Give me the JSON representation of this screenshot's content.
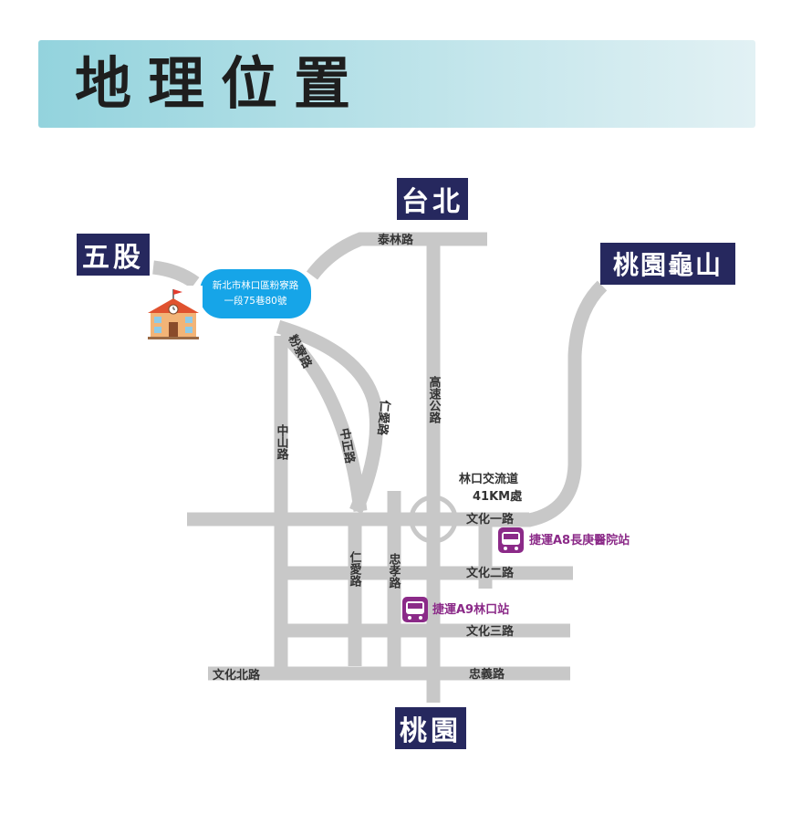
{
  "header": {
    "title": "地理位置"
  },
  "directions": {
    "taipei": "台北",
    "wugu": "五股",
    "taoyuan_guishan": "桃園龜山",
    "taoyuan": "桃園"
  },
  "address": {
    "line1": "新北市林口區粉寮路",
    "line2": "一段75巷80號"
  },
  "roads": {
    "tailin": "泰林路",
    "highway": "高速公路",
    "fenliao": "粉寮路",
    "zhongshan": "中山路",
    "zhongzheng": "中正路",
    "renai_upper": "仁愛路",
    "renai_lower": "仁愛路",
    "zhongxiao": "忠孝路",
    "wenhua1": "文化一路",
    "wenhua2": "文化二路",
    "wenhua3": "文化三路",
    "wenhua_north": "文化北路",
    "zhongyi": "忠義路"
  },
  "interchange": {
    "line1": "林口交流道",
    "line2": "41KM處"
  },
  "stations": {
    "a8": "捷運A8長庚醫院站",
    "a9": "捷運A9林口站"
  },
  "icons": {
    "school": "school-building-icon",
    "metro": "metro-train-icon"
  },
  "colors": {
    "road": "#c8c8c8",
    "label_bg": "#26285e",
    "address_bg": "#16a5e8",
    "metro": "#8b2a88"
  }
}
